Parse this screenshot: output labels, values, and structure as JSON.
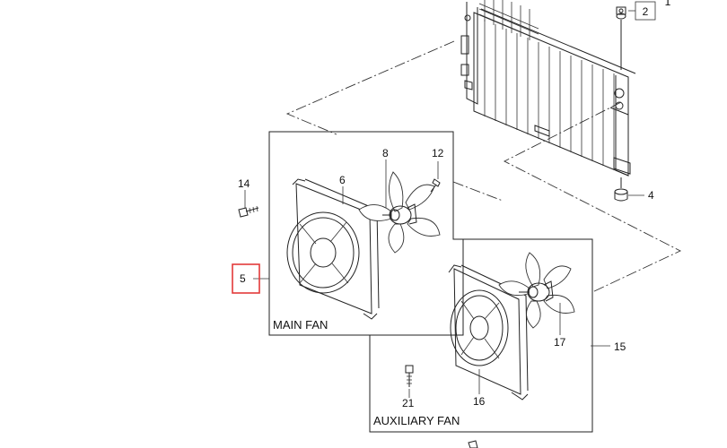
{
  "captions": {
    "main_fan": "MAIN FAN",
    "auxiliary_fan": "AUXILIARY FAN"
  },
  "callouts": {
    "n1": "1",
    "n2": "2",
    "n4": "4",
    "n5": "5",
    "n6": "6",
    "n8": "8",
    "n12": "12",
    "n14": "14",
    "n15": "15",
    "n16": "16",
    "n17": "17",
    "n21": "21"
  },
  "highlight": {
    "part": "5",
    "color": "#e23a3a"
  }
}
